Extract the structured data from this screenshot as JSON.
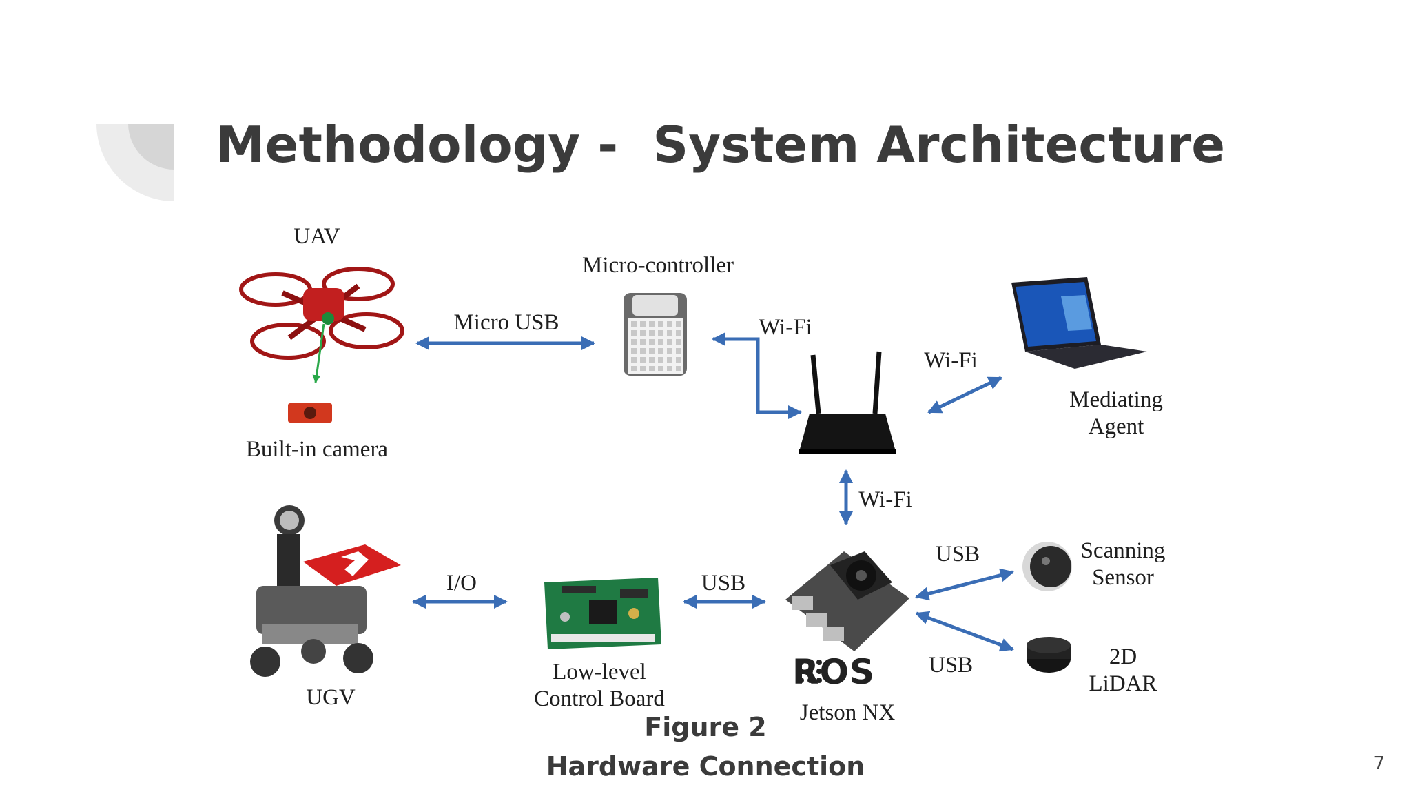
{
  "slide": {
    "title": "Methodology -  System Architecture",
    "page_number": "7"
  },
  "figure": {
    "caption_number": "Figure 2",
    "caption_title": "Hardware Connection"
  },
  "nodes": {
    "uav": "UAV",
    "camera": "Built-in camera",
    "microcontroller": "Micro-controller",
    "agent_line1": "Mediating",
    "agent_line2": "Agent",
    "ugv": "UGV",
    "board_line1": "Low-level",
    "board_line2": "Control Board",
    "jetson": "Jetson NX",
    "ros_logo": "ROS",
    "scanner_line1": "Scanning",
    "scanner_line2": "Sensor",
    "lidar_line1": "2D",
    "lidar_line2": "LiDAR"
  },
  "links": {
    "uav_micro": "Micro USB",
    "micro_router": "Wi-Fi",
    "router_agent": "Wi-Fi",
    "router_jetson": "Wi-Fi",
    "ugv_board": "I/O",
    "board_jetson": "USB",
    "jetson_scanner": "USB",
    "jetson_lidar": "USB"
  },
  "colors": {
    "arrow": "#3a6db5",
    "title": "#3b3b3b",
    "drone": "#b01a1a",
    "decor": "#e8e8e8"
  }
}
